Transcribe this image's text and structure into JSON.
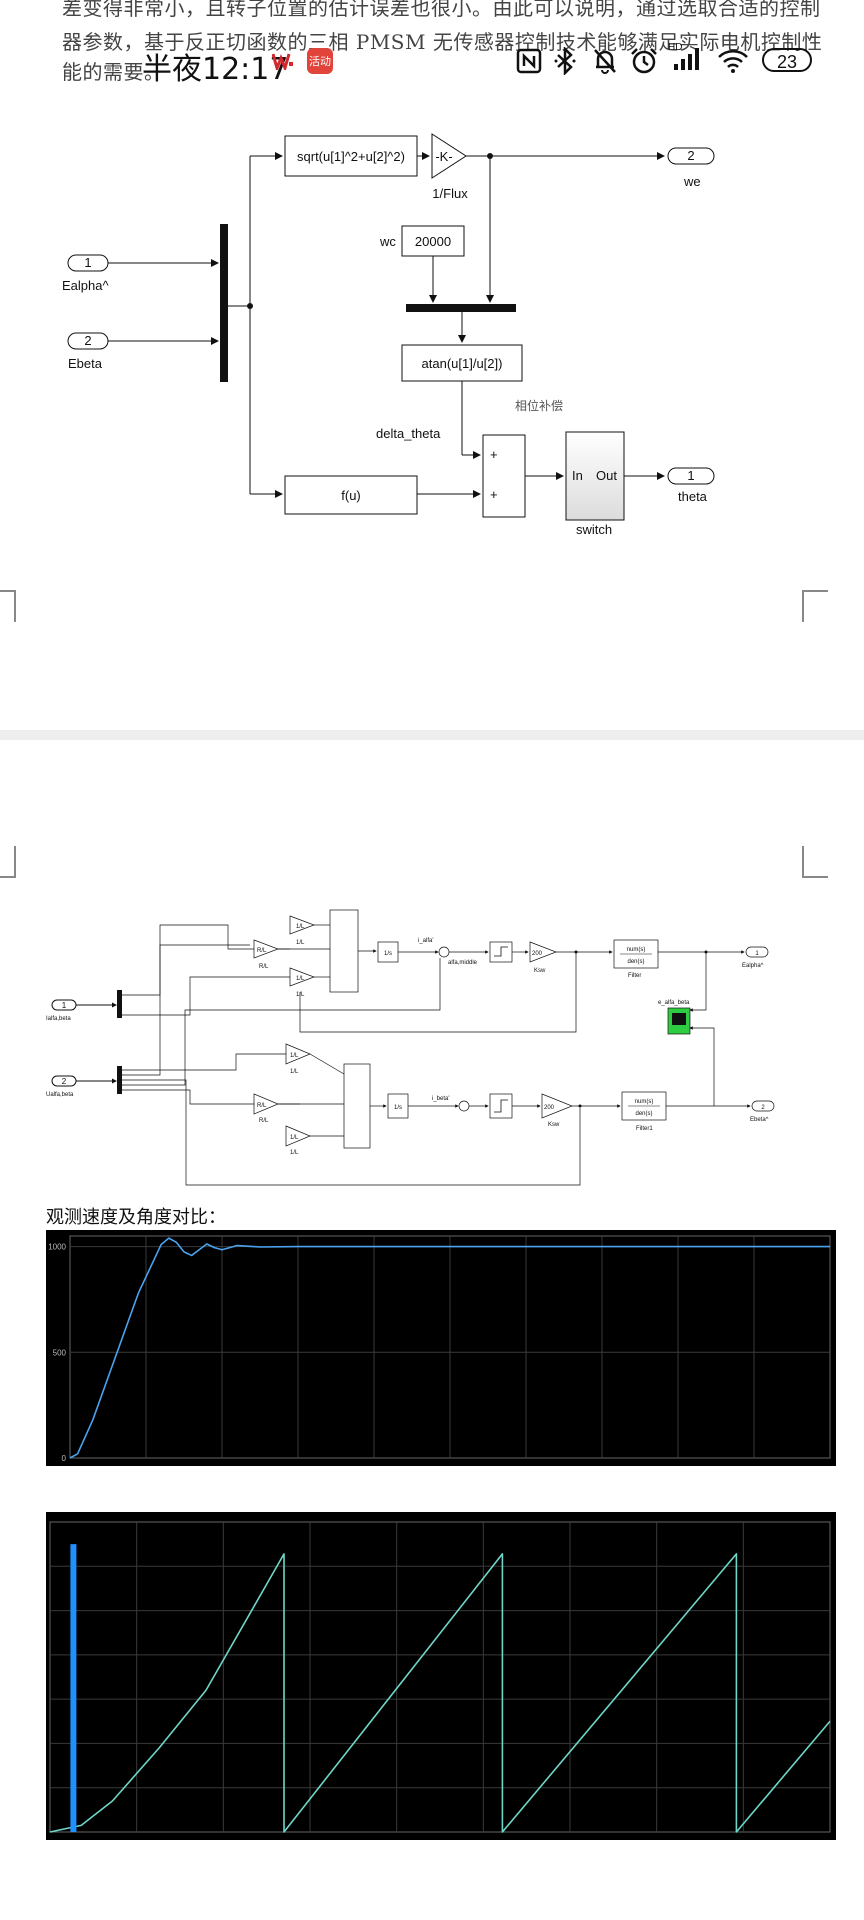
{
  "paper": {
    "line1": "差变得非常小，且转子位置的估计误差也很小。由此可以说明，通过选取合适的控制",
    "line2": "器参数，基于反正切函数的三相 PMSM 无传感器控制技术能够满足实际电机控制性",
    "line3": "能的需要。"
  },
  "status_bar": {
    "time": "半夜12:17",
    "battery": "23",
    "hd_label": "HD",
    "icons": [
      "wps-icon",
      "app-badge-icon",
      "nfc-icon",
      "bluetooth-icon",
      "mute-icon",
      "alarm-icon",
      "signal-icon",
      "wifi-icon",
      "battery-icon"
    ]
  },
  "diagram1": {
    "in1_num": "1",
    "in1_label": "Ealpha^",
    "in2_num": "2",
    "in2_label": "Ebeta",
    "fcn_sqrt": "sqrt(u[1]^2+u[2]^2)",
    "gain": "-K-",
    "gain_label": "1/Flux",
    "out_we_num": "2",
    "out_we_label": "we",
    "wc_label": "wc",
    "wc_value": "20000",
    "atan": "atan(u[1]/u[2])",
    "phase_note": "相位补偿",
    "delta_theta": "delta_theta",
    "fu": "f(u)",
    "sum_plus1": "+",
    "sum_plus2": "+",
    "switch_in": "In",
    "switch_out": "Out",
    "switch_label": "switch",
    "out_theta_num": "1",
    "out_theta_label": "theta"
  },
  "diagram2": {
    "in1_num": "1",
    "in1_label": "Ialfa,beta",
    "in2_num": "2",
    "in2_label": "Ualfa,beta",
    "g_1L": "1/L",
    "g_RL": "R/L",
    "label_1L": "1/L",
    "label_RL": "R/L",
    "integrator": "1/s",
    "i_alfa": "i_alfa'",
    "i_beta": "i_beta'",
    "relay_label": "alfa,middle",
    "ksw_value": "200",
    "ksw_label": "Ksw",
    "filter_num": "num(s)",
    "filter_den": "den(s)",
    "filter1_label": "Filter",
    "filter2_label": "Filter1",
    "out1_num": "1",
    "out1_label": "Ealpha^",
    "out2_num": "2",
    "out2_label": "Ebeta^",
    "scope_label": "e_alfa_beta",
    "minus": "-",
    "plus": "+"
  },
  "caption": "观测速度及角度对比：",
  "chart_data": [
    {
      "type": "line",
      "title": "",
      "ylim": [
        0,
        1050
      ],
      "y_ticks": [
        "0",
        "500",
        "1000"
      ],
      "grid": true,
      "series": [
        {
          "color": "#4aa3f0",
          "x": [
            0,
            0.01,
            0.03,
            0.06,
            0.09,
            0.12,
            0.13,
            0.14,
            0.15,
            0.16,
            0.17,
            0.18,
            0.19,
            0.2,
            0.22,
            0.25,
            0.3,
            0.4,
            1.0
          ],
          "values": [
            0,
            20,
            180,
            480,
            780,
            1010,
            1040,
            1020,
            975,
            958,
            985,
            1012,
            995,
            985,
            1005,
            998,
            1000,
            1000,
            1000
          ]
        }
      ]
    },
    {
      "type": "line",
      "title": "",
      "ylim": [
        0,
        7
      ],
      "grid": true,
      "series": [
        {
          "color": "#6fd6c8",
          "x": [
            0,
            0.04,
            0.08,
            0.14,
            0.2,
            0.3,
            0.3,
            0.58,
            0.58,
            0.88,
            0.88,
            1.0
          ],
          "values": [
            0,
            0.15,
            0.7,
            1.9,
            3.2,
            6.28,
            0,
            6.28,
            0,
            6.28,
            0,
            2.5
          ]
        },
        {
          "color": "#1e90ff",
          "x": [
            0.03,
            0.03
          ],
          "values": [
            0,
            6.5
          ]
        }
      ]
    }
  ]
}
